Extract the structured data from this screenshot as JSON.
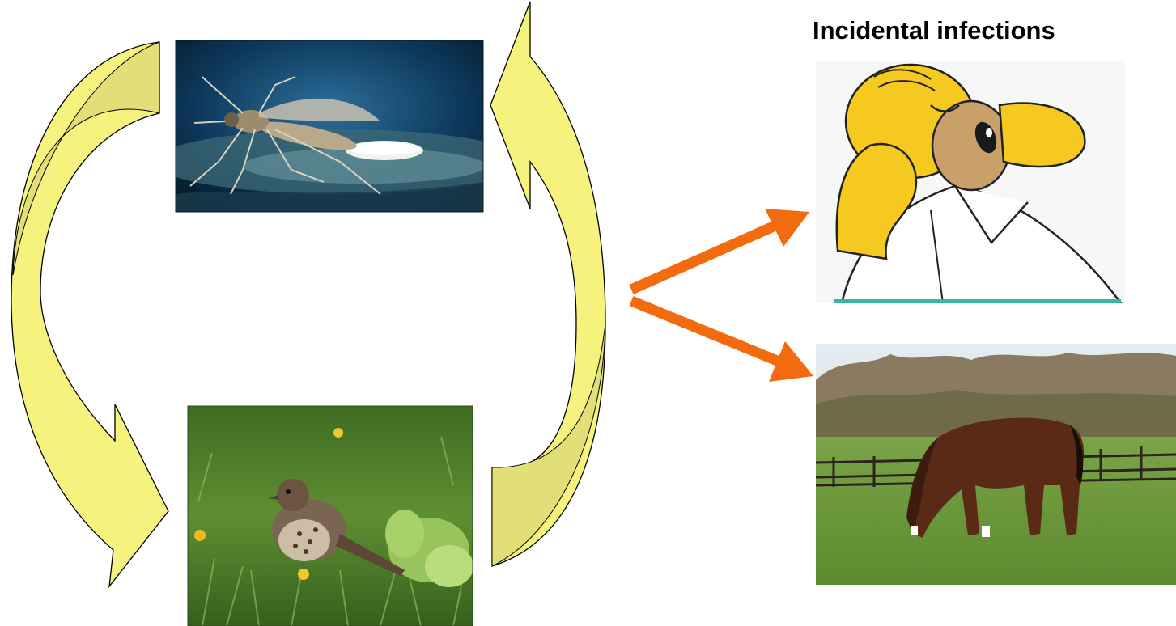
{
  "heading": "Incidental infections",
  "cycle": {
    "vector": "mosquito",
    "reservoir_host": "bird"
  },
  "incidental_hosts": [
    "human",
    "horse"
  ],
  "colors": {
    "cycle_arrow_fill": "#f5f27e",
    "cycle_arrow_stroke": "#000000",
    "spread_arrow": "#f26b0f",
    "mosquito_bg": "#0e3a5e",
    "bird_bg": "#4d7a2c",
    "human_skin": "#f5c91f",
    "human_beard": "#c9a06a",
    "horse_coat": "#5a2a17",
    "sky": "#dde6ec",
    "pasture": "#6f9b3c"
  }
}
